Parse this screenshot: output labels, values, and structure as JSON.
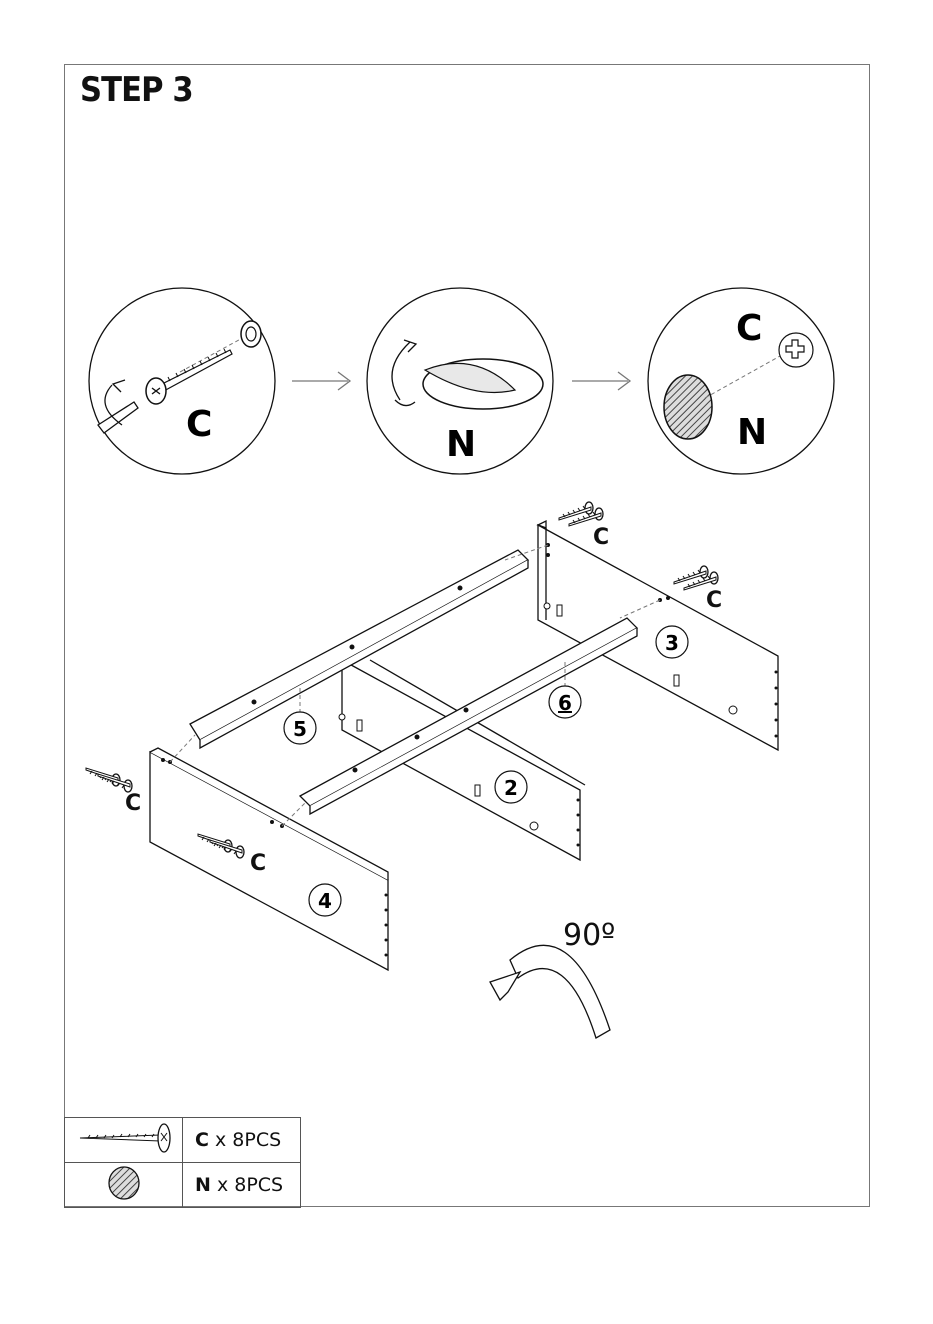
{
  "page": {
    "step_title": "STEP 3"
  },
  "detail_circles": [
    {
      "letters": [
        "C"
      ]
    },
    {
      "letters": [
        "N"
      ]
    },
    {
      "letters": [
        "C",
        "N"
      ]
    }
  ],
  "parts": {
    "p2": "2",
    "p3": "3",
    "p4": "4",
    "p5": "5",
    "p6": "6"
  },
  "screw_label": "C",
  "rotation": "90º",
  "legend": [
    {
      "code": "C",
      "qty": "x 8PCS",
      "icon": "screw-icon"
    },
    {
      "code": "N",
      "qty": "x 8PCS",
      "icon": "cap-icon"
    }
  ]
}
